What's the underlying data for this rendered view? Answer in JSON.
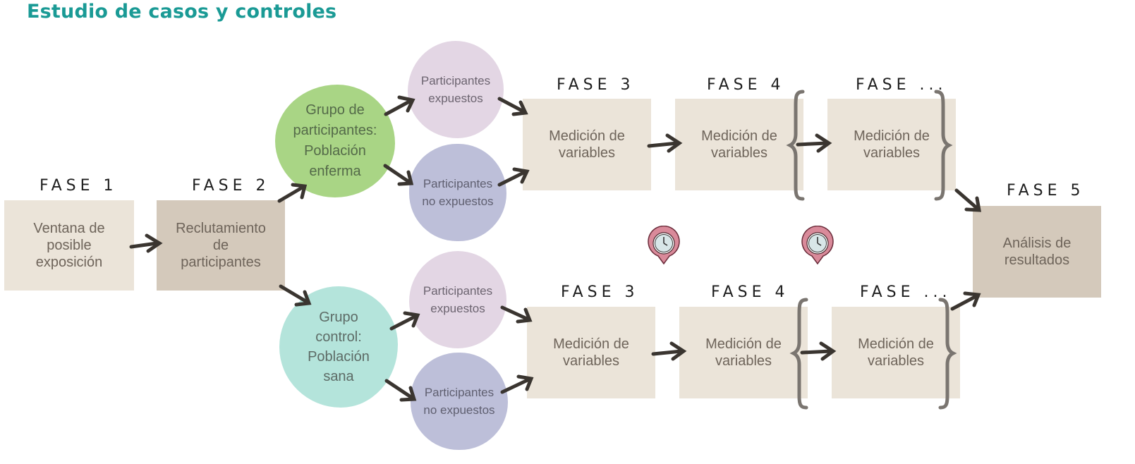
{
  "title": "Estudio de casos y controles",
  "phases": {
    "fase1": "FASE 1",
    "fase2": "FASE 2",
    "fase3_top": "FASE 3",
    "fase4_top": "FASE 4",
    "fase_n_top": "FASE ...",
    "fase3_bottom": "FASE 3",
    "fase4_bottom": "FASE 4",
    "fase_n_bottom": "FASE ...",
    "fase5": "FASE 5"
  },
  "boxes": {
    "ventana": [
      "Ventana de",
      "posible",
      "exposición"
    ],
    "reclutamiento": [
      "Reclutamiento",
      "de",
      "participantes"
    ],
    "medicion_top_3": [
      "Medición de",
      "variables"
    ],
    "medicion_top_4": [
      "Medición de",
      "variables"
    ],
    "medicion_top_n": [
      "Medición de",
      "variables"
    ],
    "medicion_bottom_3": [
      "Medición de",
      "variables"
    ],
    "medicion_bottom_4": [
      "Medición de",
      "variables"
    ],
    "medicion_bottom_n": [
      "Medición de",
      "variables"
    ],
    "analisis": [
      "Análisis de",
      "resultados"
    ]
  },
  "groups": {
    "casos": [
      "Grupo de",
      "participantes:",
      "Población",
      "enferma"
    ],
    "control": [
      "Grupo",
      "control:",
      "Población",
      "sana"
    ]
  },
  "subgroups": {
    "casos_expuestos": [
      "Participantes",
      "expuestos"
    ],
    "casos_no_expuestos": [
      "Participantes",
      "no expuestos"
    ],
    "control_expuestos": [
      "Participantes",
      "expuestos"
    ],
    "control_no_expuestos": [
      "Participantes",
      "no expuestos"
    ]
  },
  "icons": {
    "arrow": "hand-drawn-arrow-icon",
    "brace": "curly-brace-icon",
    "clock": "clock-pin-icon"
  },
  "colors": {
    "title": "#1a9a95",
    "box_light": "#ebe4d9",
    "box_dark": "#d4c9bb",
    "casos_group": "#a9d585",
    "control_group": "#b4e4db",
    "expuestos": "#e3d6e4",
    "no_expuestos": "#bdbfd9",
    "arrow": "#3a3530",
    "clock_pin": "#d98a9a"
  }
}
